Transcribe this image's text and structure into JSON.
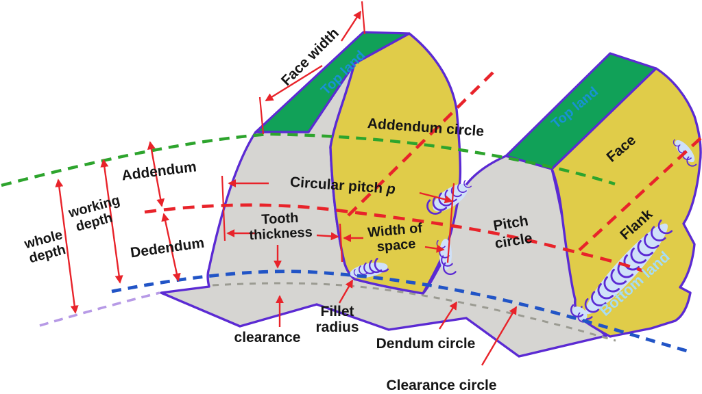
{
  "labels": {
    "face_width": "Face width",
    "top_land_left": "Top land",
    "top_land_right": "Top land",
    "addendum_circle": "Addendum circle",
    "face": "Face",
    "addendum": "Addendum",
    "working_depth_1": "working",
    "working_depth_2": "depth",
    "whole_depth_1": "whole",
    "whole_depth_2": "depth",
    "dedendum": "Dedendum",
    "circular_pitch": "Circular pitch ",
    "circular_pitch_symbol": "p",
    "tooth_thickness_1": "Tooth",
    "tooth_thickness_2": "thickness",
    "width_of_space_1": "Width of",
    "width_of_space_2": "space",
    "pitch_circle_1": "Pitch",
    "pitch_circle_2": "circle",
    "flank": "Flank",
    "bottom_land": "Bottom land",
    "clearance": "clearance",
    "fillet_radius_1": "Fillet",
    "fillet_radius_2": "radius",
    "dendum_circle": "Dendum circle",
    "clearance_circle": "Clearance circle"
  },
  "colors": {
    "outline": "#5b2ad3",
    "tooth_yellow": "#e0cc49",
    "top_land_green": "#11a158",
    "body_gray": "#d6d5d2",
    "hatch_blue": "#cfe1f9",
    "addendum_green": "#2da42d",
    "pitch_red": "#e8232a",
    "clearance_blue": "#2154c6",
    "dedendum_gray": "#9b9b92",
    "root_lavender": "#b79ae6",
    "arrow_red": "#e8232a",
    "text": "#151515",
    "topland_text": "#1892d4",
    "botland_text": "#a7dcf4",
    "background": "#ffffff"
  }
}
